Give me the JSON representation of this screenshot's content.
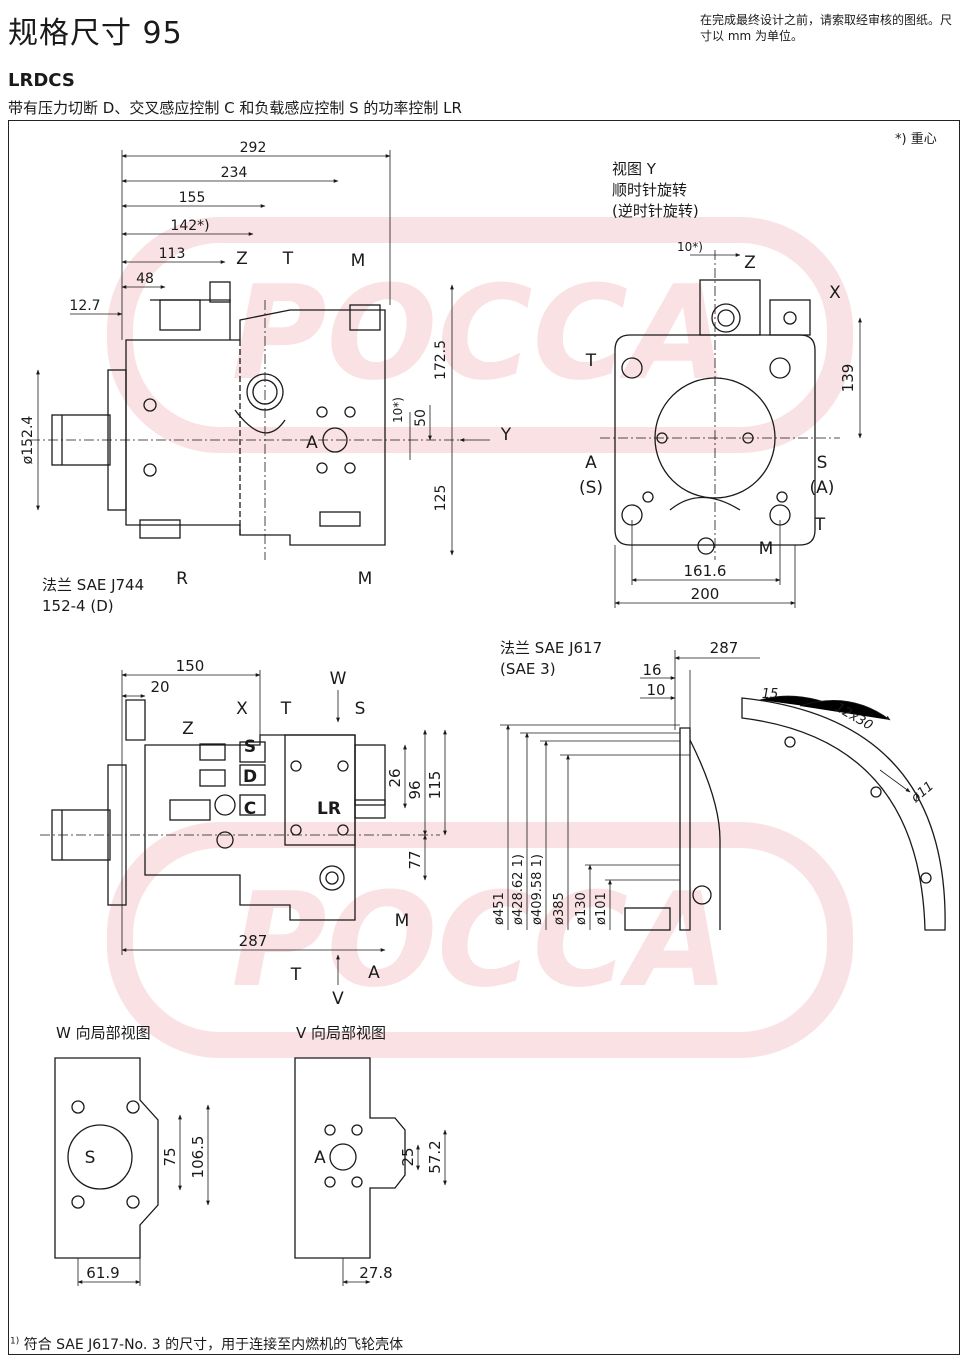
{
  "header": {
    "title": "规格尺寸 95",
    "note": "在完成最终设计之前，请索取经审核的图纸。尺寸以 mm 为单位。",
    "model": "LRDCS",
    "subtitle": "带有压力切断 D、交叉感应控制 C 和负载感应控制 S 的功率控制 LR"
  },
  "watermark": "POCCA",
  "colors": {
    "line": "#1a1a1a",
    "watermark": "#e06070",
    "frame": "#222222"
  },
  "side_view": {
    "dims": [
      "292",
      "234",
      "155",
      "142*)",
      "113",
      "48",
      "12.7",
      "172.5",
      "10*)",
      "50",
      "125",
      "ø152.4"
    ],
    "labels": [
      "Z",
      "T",
      "M",
      "A",
      "Y",
      "R",
      "M"
    ],
    "flange_line1": "法兰 SAE J744",
    "flange_line2": "152-4 (D)"
  },
  "view_y": {
    "line1": "视图 Y",
    "line2": "顺时针旋转",
    "line3": "(逆时针旋转)",
    "cog": "*) 重心",
    "dims": [
      "10*)",
      "139",
      "161.6",
      "200"
    ],
    "labels": [
      "Z",
      "X",
      "T",
      "A",
      "(S)",
      "S",
      "(A)",
      "T",
      "M"
    ]
  },
  "top_view": {
    "dims": [
      "150",
      "20",
      "26",
      "96",
      "115",
      "77",
      "287"
    ],
    "labels": [
      "W",
      "X",
      "T",
      "S",
      "Z",
      "S",
      "D",
      "C",
      "LR",
      "M",
      "T",
      "A",
      "V"
    ]
  },
  "flywheel": {
    "flange_line1": "法兰 SAE J617",
    "flange_line2": "(SAE 3)",
    "dims": [
      "287",
      "16",
      "10",
      "15",
      "12x30",
      "ø11",
      "ø451",
      "ø428.62 1)",
      "ø409.58 1)",
      "ø385",
      "ø130",
      "ø101"
    ]
  },
  "w_view": {
    "title": "W 向局部视图",
    "label": "S",
    "dims": [
      "75",
      "106.5",
      "61.9"
    ]
  },
  "v_view": {
    "title": "V 向局部视图",
    "label": "A",
    "dims": [
      "25",
      "57.2",
      "27.8"
    ]
  },
  "footnote": {
    "mark": "1)",
    "text": " 符合 SAE J617-No. 3 的尺寸，用于连接至内燃机的飞轮壳体"
  }
}
